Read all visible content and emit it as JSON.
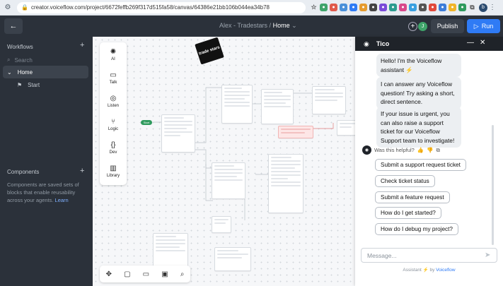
{
  "browser": {
    "url": "creator.voiceflow.com/project/6672feffb269f317d515fa58/canvas/64386e21bb106b044ea34b78",
    "profile_initial": "b"
  },
  "topbar": {
    "crumb_parent": "Alex - Tradestars",
    "crumb_separator": "/",
    "crumb_current": "Home",
    "user_initial": "J",
    "publish_label": "Publish",
    "run_label": "Run"
  },
  "sidebar": {
    "workflows_label": "Workflows",
    "search_placeholder": "Search",
    "home_label": "Home",
    "start_label": "Start",
    "components_label": "Components",
    "components_desc": "Components are saved sets of blocks that enable reusability across your agents.",
    "learn_link": "Learn"
  },
  "canvas": {
    "tools": [
      {
        "icon": "ai-icon",
        "glyph": "✺",
        "label": "AI"
      },
      {
        "icon": "talk-icon",
        "glyph": "▭",
        "label": "Talk"
      },
      {
        "icon": "listen-icon",
        "glyph": "◎",
        "label": "Listen"
      },
      {
        "icon": "logic-icon",
        "glyph": "⑂",
        "label": "Logic"
      },
      {
        "icon": "dev-icon",
        "glyph": "{}",
        "label": "Dev"
      },
      {
        "icon": "library-icon",
        "glyph": "▥",
        "label": "Library"
      }
    ],
    "logo_text": "trade stars",
    "start_tag": "Start"
  },
  "chat": {
    "bot_name": "Tico",
    "messages": [
      "Hello! I'm the Voiceflow assistant ⚡",
      "I can answer any Voiceflow question! Try asking a short, direct sentence.",
      "If your issue is urgent, you can also raise a support ticket for our Voiceflow Support team to investigate!"
    ],
    "feedback_label": "Was this helpful?",
    "quick_replies": [
      "Submit a support request ticket",
      "Check ticket status",
      "Submit a feature request",
      "How do I get started?",
      "How do I debug my project?"
    ],
    "input_placeholder": "Message...",
    "powered_prefix": "Assistant ⚡ by",
    "powered_brand": "Voiceflow"
  }
}
